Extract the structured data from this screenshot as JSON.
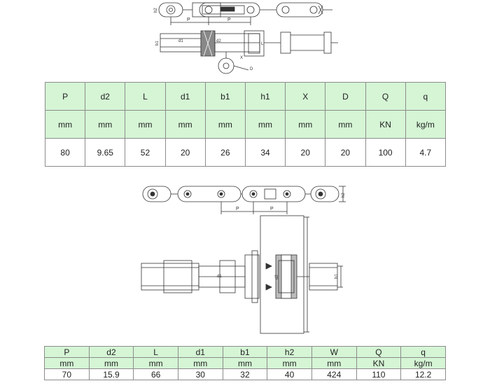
{
  "drawing1": {
    "labels": {
      "h2": "h2",
      "p1": "P",
      "p2": "P",
      "b1": "b1",
      "d1": "d1",
      "d2": "d2",
      "l": "L",
      "x": "X",
      "d": "D"
    }
  },
  "table1": {
    "headers": [
      "P",
      "d2",
      "L",
      "d1",
      "b1",
      "h1",
      "X",
      "D",
      "Q",
      "q"
    ],
    "units": [
      "mm",
      "mm",
      "mm",
      "mm",
      "mm",
      "mm",
      "mm",
      "mm",
      "KN",
      "kg/m"
    ],
    "values": [
      "80",
      "9.65",
      "52",
      "20",
      "26",
      "34",
      "20",
      "20",
      "100",
      "4.7"
    ]
  },
  "drawing2": {
    "labels": {
      "p1": "P",
      "p2": "P",
      "h2": "h2",
      "d1": "d1",
      "d2": "d2",
      "h1": "h1"
    }
  },
  "table2": {
    "headers": [
      "P",
      "d2",
      "L",
      "d1",
      "b1",
      "h2",
      "W",
      "Q",
      "q"
    ],
    "units": [
      "mm",
      "mm",
      "mm",
      "mm",
      "mm",
      "mm",
      "mm",
      "KN",
      "kg/m"
    ],
    "values": [
      "70",
      "15.9",
      "66",
      "30",
      "32",
      "40",
      "424",
      "110",
      "12.2"
    ]
  }
}
